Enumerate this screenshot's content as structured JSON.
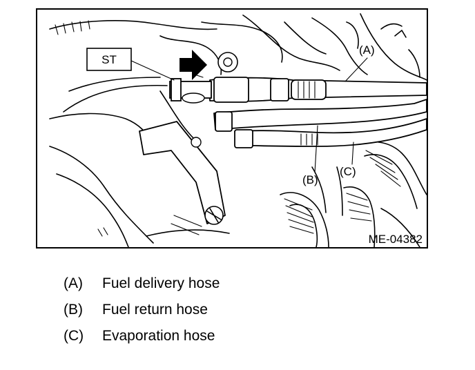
{
  "figure": {
    "tool_label": "ST",
    "callouts": {
      "a": "(A)",
      "b": "(B)",
      "c": "(C)"
    },
    "figure_code": "ME-04382"
  },
  "legend": [
    {
      "key": "(A)",
      "text": "Fuel delivery hose"
    },
    {
      "key": "(B)",
      "text": "Fuel return hose"
    },
    {
      "key": "(C)",
      "text": "Evaporation hose"
    }
  ]
}
